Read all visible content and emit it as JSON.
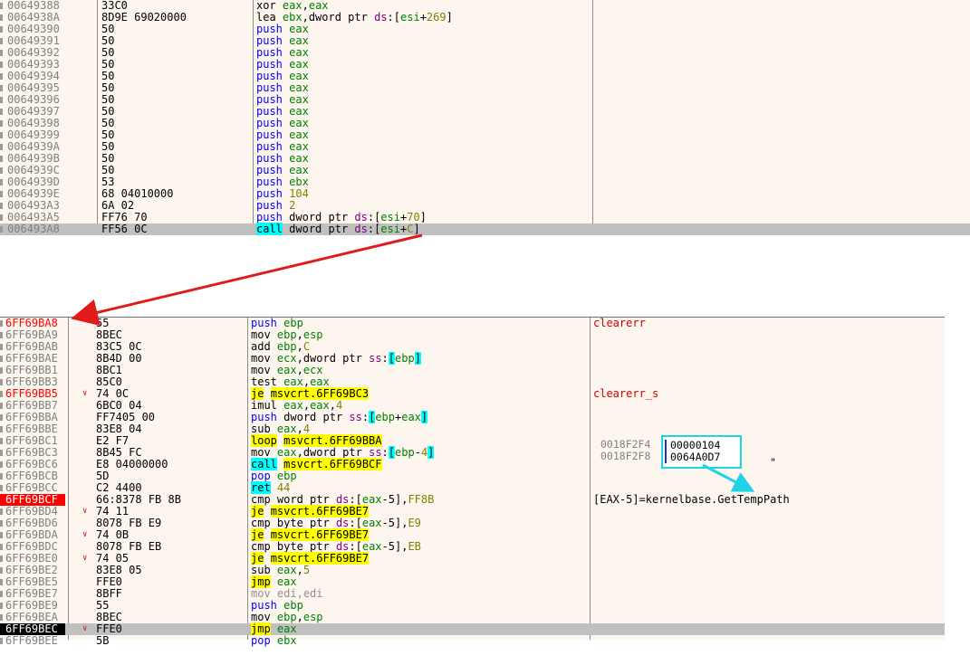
{
  "top_pane": {
    "rows": [
      {
        "addr": "00649388",
        "bytes": "33C0",
        "mn": "xor",
        "ops": [
          [
            "reg",
            "eax"
          ],
          [
            "t",
            ","
          ],
          [
            "reg",
            "eax"
          ]
        ]
      },
      {
        "addr": "0064938A",
        "bytes": "8D9E 69020000",
        "mn": "lea",
        "ops": [
          [
            "reg",
            "ebx"
          ],
          [
            "t",
            ",dword ptr "
          ],
          [
            "seg",
            "ds"
          ],
          [
            "t",
            ":["
          ],
          [
            "reg",
            "esi"
          ],
          [
            "t",
            "+"
          ],
          [
            "imm",
            "269"
          ],
          [
            "t",
            "]"
          ]
        ]
      },
      {
        "addr": "00649390",
        "bytes": "50",
        "mn": "push",
        "ops": [
          [
            "reg",
            "eax"
          ]
        ]
      },
      {
        "addr": "00649391",
        "bytes": "50",
        "mn": "push",
        "ops": [
          [
            "reg",
            "eax"
          ]
        ]
      },
      {
        "addr": "00649392",
        "bytes": "50",
        "mn": "push",
        "ops": [
          [
            "reg",
            "eax"
          ]
        ]
      },
      {
        "addr": "00649393",
        "bytes": "50",
        "mn": "push",
        "ops": [
          [
            "reg",
            "eax"
          ]
        ]
      },
      {
        "addr": "00649394",
        "bytes": "50",
        "mn": "push",
        "ops": [
          [
            "reg",
            "eax"
          ]
        ]
      },
      {
        "addr": "00649395",
        "bytes": "50",
        "mn": "push",
        "ops": [
          [
            "reg",
            "eax"
          ]
        ]
      },
      {
        "addr": "00649396",
        "bytes": "50",
        "mn": "push",
        "ops": [
          [
            "reg",
            "eax"
          ]
        ]
      },
      {
        "addr": "00649397",
        "bytes": "50",
        "mn": "push",
        "ops": [
          [
            "reg",
            "eax"
          ]
        ]
      },
      {
        "addr": "00649398",
        "bytes": "50",
        "mn": "push",
        "ops": [
          [
            "reg",
            "eax"
          ]
        ]
      },
      {
        "addr": "00649399",
        "bytes": "50",
        "mn": "push",
        "ops": [
          [
            "reg",
            "eax"
          ]
        ]
      },
      {
        "addr": "0064939A",
        "bytes": "50",
        "mn": "push",
        "ops": [
          [
            "reg",
            "eax"
          ]
        ]
      },
      {
        "addr": "0064939B",
        "bytes": "50",
        "mn": "push",
        "ops": [
          [
            "reg",
            "eax"
          ]
        ]
      },
      {
        "addr": "0064939C",
        "bytes": "50",
        "mn": "push",
        "ops": [
          [
            "reg",
            "eax"
          ]
        ]
      },
      {
        "addr": "0064939D",
        "bytes": "53",
        "mn": "push",
        "ops": [
          [
            "reg",
            "ebx"
          ]
        ]
      },
      {
        "addr": "0064939E",
        "bytes": "68 04010000",
        "mn": "push",
        "ops": [
          [
            "imm",
            "104"
          ]
        ]
      },
      {
        "addr": "006493A3",
        "bytes": "6A 02",
        "mn": "push",
        "ops": [
          [
            "imm",
            "2"
          ]
        ]
      },
      {
        "addr": "006493A5",
        "bytes": "FF76 70",
        "mn": "push",
        "ops": [
          [
            "t",
            "dword ptr "
          ],
          [
            "seg",
            "ds"
          ],
          [
            "t",
            ":["
          ],
          [
            "reg",
            "esi"
          ],
          [
            "t",
            "+"
          ],
          [
            "imm",
            "70"
          ],
          [
            "t",
            "]"
          ]
        ]
      },
      {
        "addr": "006493A8",
        "bytes": "FF56 0C",
        "mn": "call",
        "mnStyle": "call",
        "selected": true,
        "ops": [
          [
            "t",
            "dword ptr "
          ],
          [
            "seg",
            "ds"
          ],
          [
            "t",
            ":["
          ],
          [
            "reg",
            "esi"
          ],
          [
            "t",
            "+"
          ],
          [
            "imm",
            "C"
          ],
          [
            "t",
            "]"
          ]
        ]
      }
    ]
  },
  "bottom_pane": {
    "rows": [
      {
        "addr": "6FF69BA8",
        "addrStyle": "txt-red",
        "bytes": "55",
        "mn": "push",
        "ops": [
          [
            "reg",
            "ebp"
          ]
        ],
        "comment": "clearerr",
        "commentStyle": "red"
      },
      {
        "addr": "6FF69BA9",
        "bytes": "8BEC",
        "mn": "mov",
        "ops": [
          [
            "reg",
            "ebp"
          ],
          [
            "t",
            ","
          ],
          [
            "reg",
            "esp"
          ]
        ]
      },
      {
        "addr": "6FF69BAB",
        "bytes": "83C5 0C",
        "mn": "add",
        "ops": [
          [
            "reg",
            "ebp"
          ],
          [
            "t",
            ","
          ],
          [
            "imm",
            "C"
          ]
        ]
      },
      {
        "addr": "6FF69BAE",
        "bytes": "8B4D 00",
        "mn": "mov",
        "ops": [
          [
            "reg",
            "ecx"
          ],
          [
            "t",
            ",dword ptr "
          ],
          [
            "seg",
            "ss"
          ],
          [
            "t",
            ":"
          ],
          [
            "brk",
            "["
          ],
          [
            "reg",
            "ebp"
          ],
          [
            "brk",
            "]"
          ]
        ]
      },
      {
        "addr": "6FF69BB1",
        "bytes": "8BC1",
        "mn": "mov",
        "ops": [
          [
            "reg",
            "eax"
          ],
          [
            "t",
            ","
          ],
          [
            "reg",
            "ecx"
          ]
        ]
      },
      {
        "addr": "6FF69BB3",
        "bytes": "85C0",
        "mn": "test",
        "ops": [
          [
            "reg",
            "eax"
          ],
          [
            "t",
            ","
          ],
          [
            "reg",
            "eax"
          ]
        ]
      },
      {
        "addr": "6FF69BB5",
        "addrStyle": "txt-red",
        "bytes": "74 0C",
        "arrow": "v",
        "mn": "je",
        "mnStyle": "jmp",
        "ops": [
          [
            "tgt",
            "msvcrt.6FF69BC3"
          ]
        ],
        "comment": "clearerr_s",
        "commentStyle": "red"
      },
      {
        "addr": "6FF69BB7",
        "bytes": "6BC0 04",
        "mn": "imul",
        "ops": [
          [
            "reg",
            "eax"
          ],
          [
            "t",
            ","
          ],
          [
            "reg",
            "eax"
          ],
          [
            "t",
            ","
          ],
          [
            "imm",
            "4"
          ]
        ]
      },
      {
        "addr": "6FF69BBA",
        "bytes": "FF7405 00",
        "mn": "push",
        "ops": [
          [
            "t",
            "dword ptr "
          ],
          [
            "seg",
            "ss"
          ],
          [
            "t",
            ":"
          ],
          [
            "brk",
            "["
          ],
          [
            "reg",
            "ebp"
          ],
          [
            "t",
            "+"
          ],
          [
            "reg",
            "eax"
          ],
          [
            "brk",
            "]"
          ]
        ]
      },
      {
        "addr": "6FF69BBE",
        "bytes": "83E8 04",
        "mn": "sub",
        "ops": [
          [
            "reg",
            "eax"
          ],
          [
            "t",
            ","
          ],
          [
            "imm",
            "4"
          ]
        ]
      },
      {
        "addr": "6FF69BC1",
        "bytes": "E2 F7",
        "mn": "loop",
        "mnStyle": "loop",
        "ops": [
          [
            "tgt",
            "msvcrt.6FF69BBA"
          ]
        ]
      },
      {
        "addr": "6FF69BC3",
        "bytes": "8B45 FC",
        "mn": "mov",
        "ops": [
          [
            "reg",
            "eax"
          ],
          [
            "t",
            ",dword ptr "
          ],
          [
            "seg",
            "ss"
          ],
          [
            "t",
            ":"
          ],
          [
            "brk",
            "["
          ],
          [
            "reg",
            "ebp"
          ],
          [
            "t",
            "-"
          ],
          [
            "imm",
            "4"
          ],
          [
            "brk",
            "]"
          ]
        ]
      },
      {
        "addr": "6FF69BC6",
        "bytes": "E8 04000000",
        "mn": "call",
        "mnStyle": "call",
        "ops": [
          [
            "tgt",
            "msvcrt.6FF69BCF"
          ]
        ]
      },
      {
        "addr": "6FF69BCB",
        "bytes": "5D",
        "mn": "pop",
        "ops": [
          [
            "reg",
            "ebp"
          ]
        ]
      },
      {
        "addr": "6FF69BCC",
        "bytes": "C2 4400",
        "mn": "ret",
        "mnStyle": "ret",
        "ops": [
          [
            "imm",
            "44"
          ]
        ]
      },
      {
        "addr": "6FF69BCF",
        "addrStyle": "hl-red",
        "bytes": "66:8378 FB 8B",
        "mn": "cmp",
        "ops": [
          [
            "t",
            "word ptr "
          ],
          [
            "seg",
            "ds"
          ],
          [
            "t",
            ":["
          ],
          [
            "reg",
            "eax"
          ],
          [
            "t",
            "-5],"
          ],
          [
            "imm",
            "FF8B"
          ]
        ],
        "comment": "[EAX-5]=kernelbase.GetTempPath"
      },
      {
        "addr": "6FF69BD4",
        "bytes": "74 11",
        "arrow": "v",
        "mn": "je",
        "mnStyle": "jmp",
        "ops": [
          [
            "tgt",
            "msvcrt.6FF69BE7"
          ]
        ]
      },
      {
        "addr": "6FF69BD6",
        "bytes": "8078 FB E9",
        "mn": "cmp",
        "ops": [
          [
            "t",
            "byte ptr "
          ],
          [
            "seg",
            "ds"
          ],
          [
            "t",
            ":["
          ],
          [
            "reg",
            "eax"
          ],
          [
            "t",
            "-5],"
          ],
          [
            "imm",
            "E9"
          ]
        ]
      },
      {
        "addr": "6FF69BDA",
        "bytes": "74 0B",
        "arrow": "v",
        "mn": "je",
        "mnStyle": "jmp",
        "ops": [
          [
            "tgt",
            "msvcrt.6FF69BE7"
          ]
        ]
      },
      {
        "addr": "6FF69BDC",
        "bytes": "8078 FB EB",
        "mn": "cmp",
        "ops": [
          [
            "t",
            "byte ptr "
          ],
          [
            "seg",
            "ds"
          ],
          [
            "t",
            ":["
          ],
          [
            "reg",
            "eax"
          ],
          [
            "t",
            "-5],"
          ],
          [
            "imm",
            "EB"
          ]
        ]
      },
      {
        "addr": "6FF69BE0",
        "bytes": "74 05",
        "arrow": "v",
        "mn": "je",
        "mnStyle": "jmp",
        "ops": [
          [
            "tgt",
            "msvcrt.6FF69BE7"
          ]
        ]
      },
      {
        "addr": "6FF69BE2",
        "bytes": "83E8 05",
        "mn": "sub",
        "ops": [
          [
            "reg",
            "eax"
          ],
          [
            "t",
            ","
          ],
          [
            "imm",
            "5"
          ]
        ]
      },
      {
        "addr": "6FF69BE5",
        "bytes": "FFE0",
        "mn": "jmp",
        "mnStyle": "jmp",
        "ops": [
          [
            "reg",
            "eax"
          ]
        ]
      },
      {
        "addr": "6FF69BE7",
        "bytes": "8BFF",
        "mn": "mov",
        "mnStyle": "gray",
        "ops": [
          [
            "g",
            "edi,edi"
          ]
        ]
      },
      {
        "addr": "6FF69BE9",
        "bytes": "55",
        "mn": "push",
        "ops": [
          [
            "reg",
            "ebp"
          ]
        ]
      },
      {
        "addr": "6FF69BEA",
        "bytes": "8BEC",
        "mn": "mov",
        "ops": [
          [
            "reg",
            "ebp"
          ],
          [
            "t",
            ","
          ],
          [
            "reg",
            "esp"
          ]
        ]
      },
      {
        "addr": "6FF69BEC",
        "addrStyle": "hl-black",
        "bytes": "FFE0",
        "arrow": "v",
        "mn": "jmp",
        "mnStyle": "jmp",
        "selected": true,
        "ops": [
          [
            "reg",
            "eax"
          ]
        ]
      },
      {
        "addr": "6FF69BEE",
        "bytes": "5B",
        "mn": "pop",
        "ops": [
          [
            "reg",
            "ebx"
          ]
        ]
      }
    ]
  },
  "stack_popup": {
    "addr1": "0018F2F4",
    "addr2": "0018F2F8",
    "val1": "00000104",
    "val2": "0064A0D7",
    "trailing": "\""
  },
  "colors": {
    "annotation_arrow": "#e11b1b",
    "popup_border": "#22d3e6"
  }
}
